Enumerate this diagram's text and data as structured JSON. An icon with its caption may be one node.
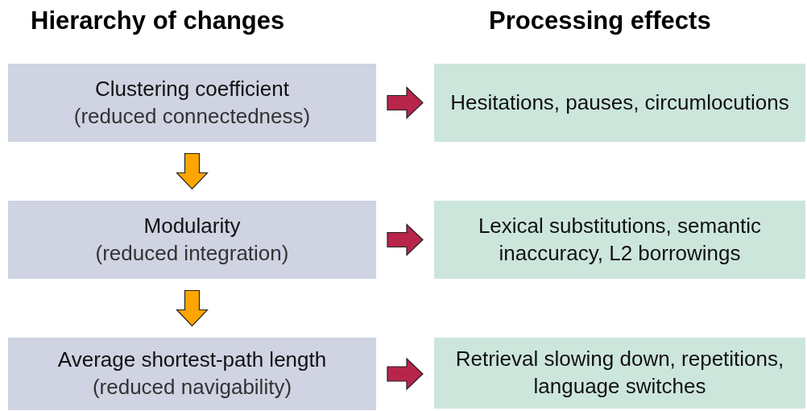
{
  "diagram": {
    "nodes": [
      {
        "text": [
          "Clustering coefficient",
          "(reduced connectedness)"
        ]
      },
      {
        "text": [
          "Hesitations, pauses, circumlocutions"
        ]
      },
      {
        "text": [
          "Modularity",
          "(reduced integration)"
        ]
      },
      {
        "text": [
          "Lexical substitutions, semantic inaccuracy, L2 borrowings"
        ]
      },
      {
        "text": [
          "Average shortest-path length",
          "(reduced navigability)"
        ]
      },
      {
        "text": [
          "Retrieval slowing down, repetitions, language switches"
        ]
      }
    ],
    "edges": [
      {
        "from": 0,
        "to": 1,
        "arrow": "to"
      },
      {
        "from": 0,
        "to": 2,
        "arrow": "to",
        "color": "#ffa500"
      },
      {
        "from": 2,
        "to": 3,
        "arrow": "to"
      },
      {
        "from": 2,
        "to": 4,
        "arrow": "to",
        "color": "#ffa500"
      },
      {
        "from": 4,
        "to": 5,
        "arrow": "to"
      }
    ],
    "labels": [
      "Hierarchy of changes",
      "Processing effects"
    ]
  }
}
